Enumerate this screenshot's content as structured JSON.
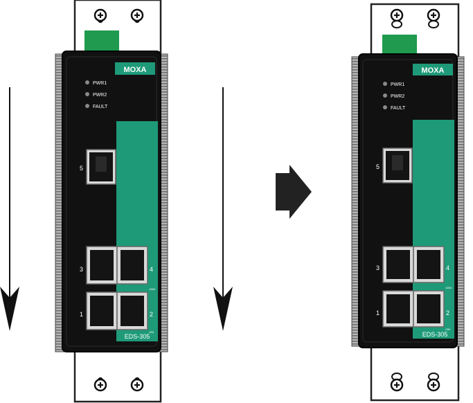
{
  "devices": [
    {
      "id": "left",
      "brand": "MOXA",
      "model": "EDS-305",
      "leds": [
        "PWR1",
        "PWR2",
        "FAULT"
      ],
      "ports": [
        "5",
        "3",
        "4",
        "1",
        "2"
      ],
      "speed_labels": [
        "100M",
        "10M"
      ]
    },
    {
      "id": "right",
      "brand": "MOXA",
      "model": "EDS-305",
      "leds": [
        "PWR1",
        "PWR2",
        "FAULT"
      ],
      "ports": [
        "5",
        "3",
        "4",
        "1",
        "2"
      ],
      "speed_labels": [
        "100M",
        "10M"
      ]
    }
  ],
  "colors": {
    "body": "#111111",
    "accent": "#1e9a78",
    "latch": "#1f9a4e",
    "bracket": "#ffffff",
    "rails": "#9e9e9e"
  },
  "icons": [
    "down-arrow",
    "right-arrow",
    "screw-icon"
  ]
}
